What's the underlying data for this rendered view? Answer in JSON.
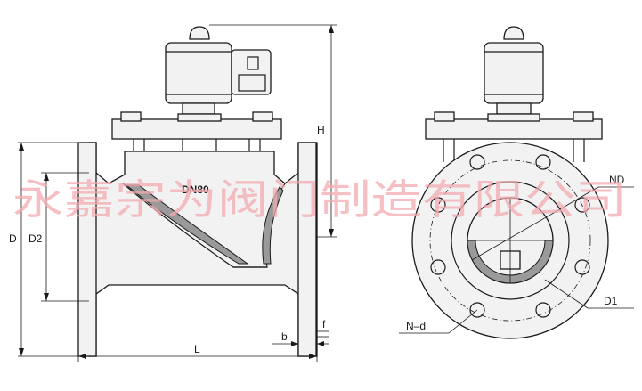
{
  "labels": {
    "D": "D",
    "D2": "D2",
    "H": "H",
    "L": "L",
    "b": "b",
    "f": "f",
    "ND": "ND",
    "D1": "D1",
    "N_d": "N–d"
  },
  "body_marking": "DN80",
  "watermark": "永嘉宗为阀门制造有限公司",
  "colors": {
    "line": "#1a1a1a",
    "watermark": "#f2aab0",
    "shading": "#9a9a9a"
  }
}
